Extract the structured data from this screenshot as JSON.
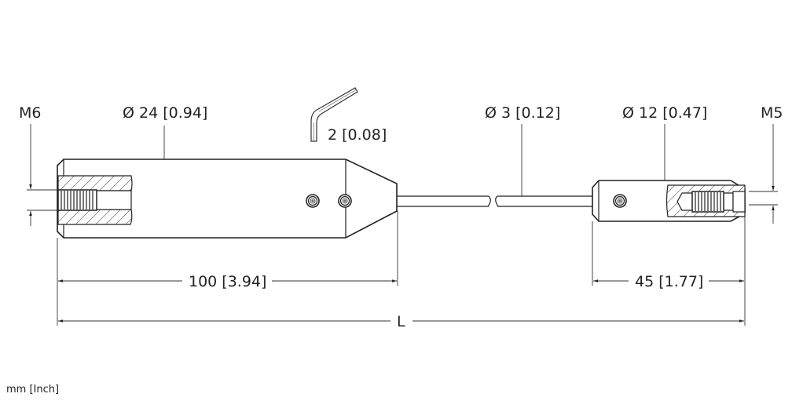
{
  "drawing": {
    "units_note": "mm [Inch]",
    "labels": {
      "left_thread": "M6",
      "left_diameter": "Ø 24 [0.94]",
      "hex_key": "2 [0.08]",
      "cable_diameter": "Ø 3 [0.12]",
      "right_diameter": "Ø 12 [0.47]",
      "right_thread": "M5",
      "left_length": "100 [3.94]",
      "right_length": "45 [1.77]",
      "total_length": "L"
    },
    "dimensions": {
      "left_body_diameter_mm": 24,
      "left_body_diameter_in": 0.94,
      "left_body_length_mm": 100,
      "left_body_length_in": 3.94,
      "cable_diameter_mm": 3,
      "cable_diameter_in": 0.12,
      "right_body_diameter_mm": 12,
      "right_body_diameter_in": 0.47,
      "right_body_length_mm": 45,
      "right_body_length_in": 1.77,
      "hex_key_mm": 2,
      "hex_key_in": 0.08,
      "left_thread": "M6",
      "right_thread": "M5"
    }
  }
}
